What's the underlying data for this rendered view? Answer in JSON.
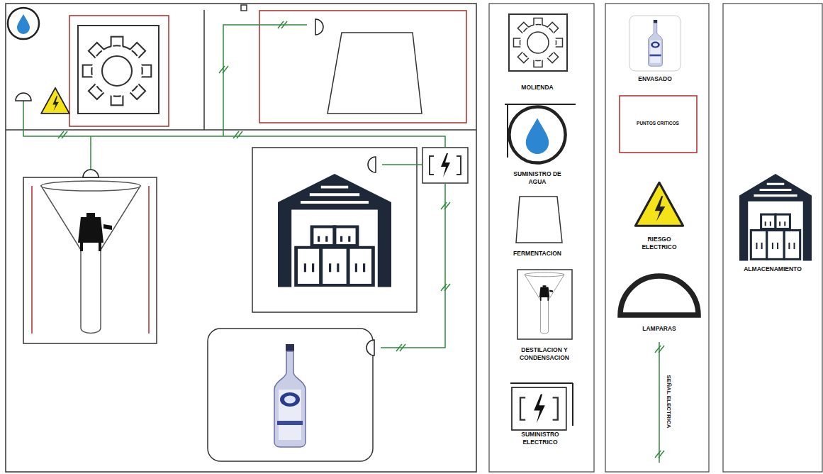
{
  "diagram": {
    "legend": [
      {
        "text": "MOLIENDA"
      },
      {
        "text": "SUMINISTRO DE AGUA"
      },
      {
        "text": "FERMENTACION"
      },
      {
        "text": "DESTILACION Y CONDENSACION"
      },
      {
        "text": "SUMINISTRO ELECTRICO"
      },
      {
        "text": "ENVASADO"
      },
      {
        "text": "PUNTOS CRITICOS"
      },
      {
        "text": "RIESGO ELECTRICO"
      },
      {
        "text": "LAMPARAS"
      },
      {
        "text": "SEÑAL ELECTRICA"
      },
      {
        "text": "ALMACENAMIENTO"
      }
    ]
  }
}
